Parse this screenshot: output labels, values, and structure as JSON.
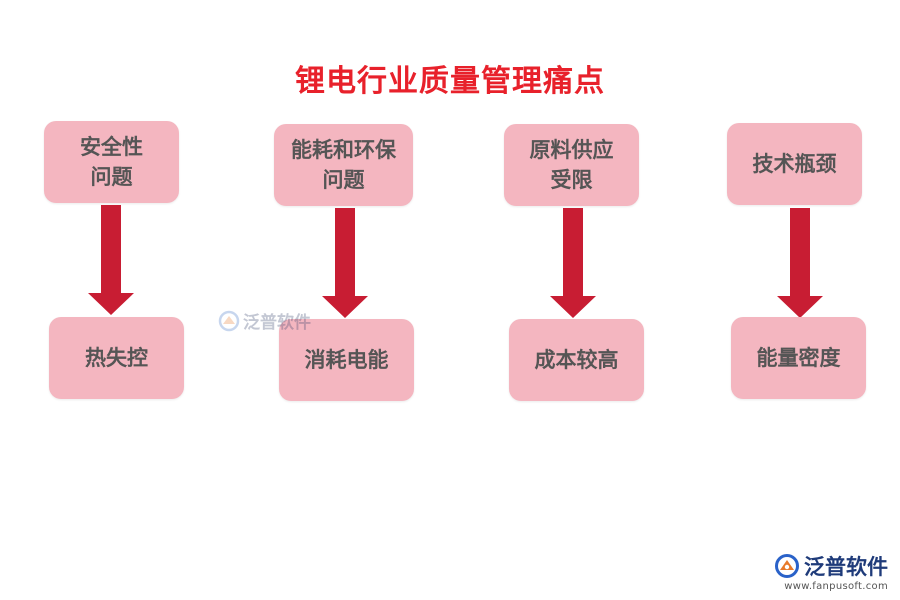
{
  "title": "锂电行业质量管理痛点",
  "colors": {
    "box_fill": "#f4b6c0",
    "arrow": "#c81d33",
    "title": "#e8212b",
    "text": "#555555"
  },
  "columns": [
    {
      "top_lines": [
        "安全性",
        "问题"
      ],
      "bottom": "热失控"
    },
    {
      "top_lines": [
        "能耗和环保",
        "问题"
      ],
      "bottom": "消耗电能"
    },
    {
      "top_lines": [
        "原料供应",
        "受限"
      ],
      "bottom": "成本较高"
    },
    {
      "top_lines": [
        "技术瓶颈"
      ],
      "bottom": "能量密度"
    }
  ],
  "watermark": {
    "text": "泛普软件",
    "icon": "fanpu-logo-icon"
  },
  "brand": {
    "name": "泛普软件",
    "url": "www.fanpusoft.com",
    "icon": "fanpu-logo-icon"
  }
}
